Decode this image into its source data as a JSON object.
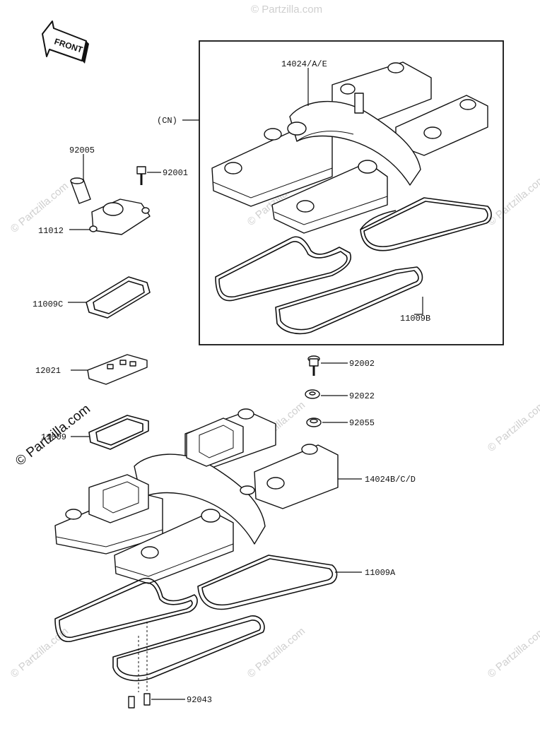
{
  "front_label": "FRONT",
  "watermark": "© Partzilla.com",
  "labels": {
    "p14024AE": "14024/A/E",
    "cn": "(CN)",
    "p92005": "92005",
    "p92001": "92001",
    "p11012": "11012",
    "p11009C": "11009C",
    "p11009B": "11009B",
    "p12021": "12021",
    "p11009": "11009",
    "p92002": "92002",
    "p92022": "92022",
    "p92055": "92055",
    "p14024BCD": "14024B/C/D",
    "p11009A": "11009A",
    "p92043": "92043"
  }
}
